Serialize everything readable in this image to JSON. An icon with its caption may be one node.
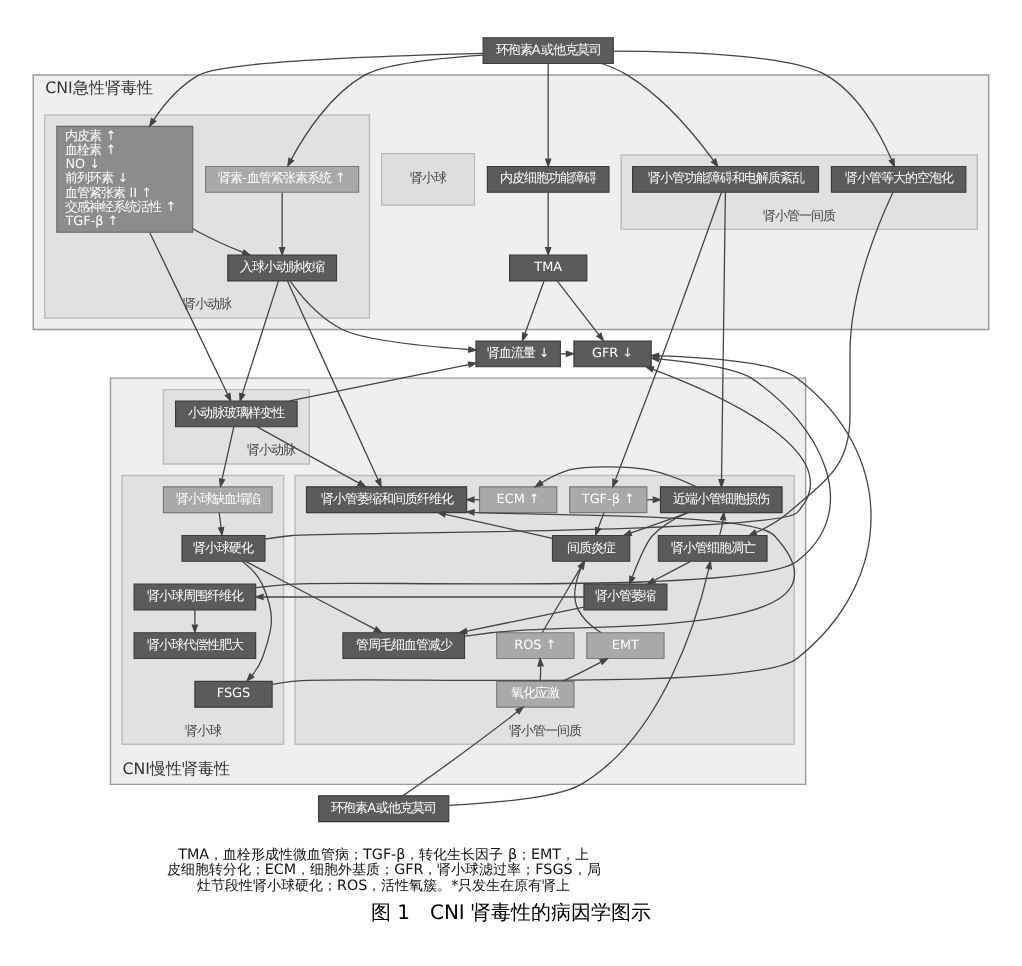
{
  "diagram": {
    "caption": "图 1　CNI 肾毒性的病因学图示",
    "nodes": [
      {
        "text": [
          "环孢素A或他克莫司"
        ]
      },
      {
        "text": [
          "CNI急性肾毒性"
        ]
      },
      {
        "text": [
          "肾小球"
        ],
        "in": 1
      },
      {
        "text": [
          "肾小动脉"
        ],
        "in": 1
      },
      {
        "text": [
          "肾小管一间质"
        ],
        "in": 1
      },
      {
        "text": [
          "内皮细胞功能障碍"
        ],
        "in": 1
      },
      {
        "text": [
          "内皮素 ↑",
          "血栓素 ↑",
          "NO ↓",
          "前列环素 ↓",
          "血管紧张素 II ↑",
          "交感神经系统活性 ↑",
          "TGF-β ↑"
        ],
        "in": 3
      },
      {
        "text": [
          "肾素-血管紧张素系统 ↑"
        ],
        "in": 3
      },
      {
        "text": [
          "肾小管等大的空泡化"
        ],
        "in": 4
      },
      {
        "text": [
          "肾小管功能障碍和电解质紊乱"
        ],
        "in": 4
      },
      {
        "text": [
          "TMA"
        ],
        "in": 1
      },
      {
        "text": [
          "入球小动脉收缩"
        ],
        "in": 3
      },
      {
        "text": [
          "GFR ↓"
        ]
      },
      {
        "text": [
          "肾血流量 ↓"
        ]
      },
      {
        "text": [
          "CNI慢性肾毒性"
        ]
      },
      {
        "text": [
          "肾小球"
        ],
        "in": 14
      },
      {
        "text": [
          "肾小动脉"
        ],
        "in": 14
      },
      {
        "text": [
          "肾小管一间质"
        ],
        "in": 14
      },
      {
        "text": [
          "小动脉玻璃样变性"
        ],
        "in": 16
      },
      {
        "text": [
          "肾小球缺血塌陷"
        ],
        "in": 15
      },
      {
        "text": [
          "肾小管萎缩和间质纤维化"
        ],
        "in": 17
      },
      {
        "text": [
          "ECM ↑"
        ],
        "in": 17
      },
      {
        "text": [
          "近端小管细胞损伤"
        ],
        "in": 17
      },
      {
        "text": [
          "TGF-β ↑"
        ],
        "in": 17
      },
      {
        "text": [
          "肾小球硬化"
        ],
        "in": 15
      },
      {
        "text": [
          "肾小管细胞凋亡"
        ],
        "in": 17
      },
      {
        "text": [
          "间质炎症"
        ],
        "in": 17
      },
      {
        "text": [
          "肾小球周围纤维化"
        ],
        "in": 15
      },
      {
        "text": [
          "肾小管萎缩"
        ],
        "in": 17
      },
      {
        "text": [
          "肾小球代偿性肥大"
        ],
        "in": 15
      },
      {
        "text": [
          "管周毛细血管减少"
        ],
        "in": 17
      },
      {
        "text": [
          "EMT"
        ],
        "in": 17
      },
      {
        "text": [
          "ROS ↑"
        ],
        "in": 17
      },
      {
        "text": [
          "FSGS"
        ],
        "in": 15
      },
      {
        "text": [
          "氧化应激"
        ],
        "in": 17
      },
      {
        "text": [
          "环孢素A或他克莫司"
        ]
      }
    ],
    "edges": [
      {
        "from": 0,
        "to": 5,
        "arrow": "to"
      },
      {
        "from": 0,
        "to": 6,
        "arrow": "to"
      },
      {
        "from": 0,
        "to": 7,
        "arrow": "to"
      },
      {
        "from": 0,
        "to": 8,
        "arrow": "to"
      },
      {
        "from": 0,
        "to": 9,
        "arrow": "to"
      },
      {
        "from": 5,
        "to": 10,
        "arrow": "to"
      },
      {
        "from": 10,
        "to": 12,
        "arrow": "to"
      },
      {
        "from": 10,
        "to": 13,
        "arrow": "to"
      },
      {
        "from": 6,
        "to": 11,
        "arrow": "to"
      },
      {
        "from": 7,
        "to": 11,
        "arrow": "to"
      },
      {
        "from": 11,
        "to": 13,
        "arrow": "to"
      },
      {
        "from": 13,
        "to": 12,
        "arrow": "to"
      },
      {
        "from": 11,
        "to": 18,
        "arrow": "to"
      },
      {
        "from": 6,
        "to": 18,
        "arrow": "to"
      },
      {
        "from": 11,
        "to": 20,
        "arrow": "to"
      },
      {
        "from": 18,
        "to": 19,
        "arrow": "to"
      },
      {
        "from": 18,
        "to": 13,
        "arrow": "to"
      },
      {
        "from": 18,
        "to": 20,
        "arrow": "to"
      },
      {
        "from": 19,
        "to": 24,
        "arrow": "to"
      },
      {
        "from": 24,
        "to": 12,
        "arrow": "to"
      },
      {
        "from": 27,
        "to": 12,
        "arrow": "to"
      },
      {
        "from": 33,
        "to": 12,
        "arrow": "to"
      },
      {
        "from": 24,
        "to": 33,
        "arrow": "to"
      },
      {
        "from": 27,
        "to": 29,
        "arrow": "to"
      },
      {
        "from": 24,
        "to": 30,
        "arrow": "to"
      },
      {
        "from": 28,
        "to": 27,
        "arrow": "to"
      },
      {
        "from": 8,
        "to": 25,
        "arrow": "to"
      },
      {
        "from": 9,
        "to": 22,
        "arrow": "to"
      },
      {
        "from": 9,
        "to": 23,
        "arrow": "to"
      },
      {
        "from": 21,
        "to": 20,
        "arrow": "to"
      },
      {
        "from": 22,
        "to": 21,
        "arrow": "to"
      },
      {
        "from": 25,
        "to": 22,
        "arrow": "to"
      },
      {
        "from": 23,
        "to": 22,
        "arrow": "to"
      },
      {
        "from": 22,
        "to": 26,
        "arrow": "to"
      },
      {
        "from": 23,
        "to": 26,
        "arrow": "to"
      },
      {
        "from": 26,
        "to": 20,
        "arrow": "to"
      },
      {
        "from": 22,
        "to": 28,
        "arrow": "to"
      },
      {
        "from": 25,
        "to": 28,
        "arrow": "to"
      },
      {
        "from": 28,
        "to": 30,
        "arrow": "to"
      },
      {
        "from": 30,
        "to": 20,
        "arrow": "to"
      },
      {
        "from": 34,
        "to": 31,
        "arrow": "to"
      },
      {
        "from": 34,
        "to": 32,
        "arrow": "to"
      },
      {
        "from": 31,
        "to": 26,
        "arrow": "to"
      },
      {
        "from": 32,
        "to": 26,
        "arrow": "to"
      },
      {
        "from": 35,
        "to": 34,
        "arrow": "to"
      },
      {
        "from": 35,
        "to": 25,
        "arrow": "to"
      }
    ],
    "labels": [
      "TMA，血栓形成性微血管病；TGF-β，转化生长因子 β；EMT，上皮细胞转分化；ECM，细胞外基质；GFR，肾小球滤过率；FSGS，局灶节段性肾小球硬化；ROS，活性氧簇。*只发生在原有肾上"
    ]
  }
}
